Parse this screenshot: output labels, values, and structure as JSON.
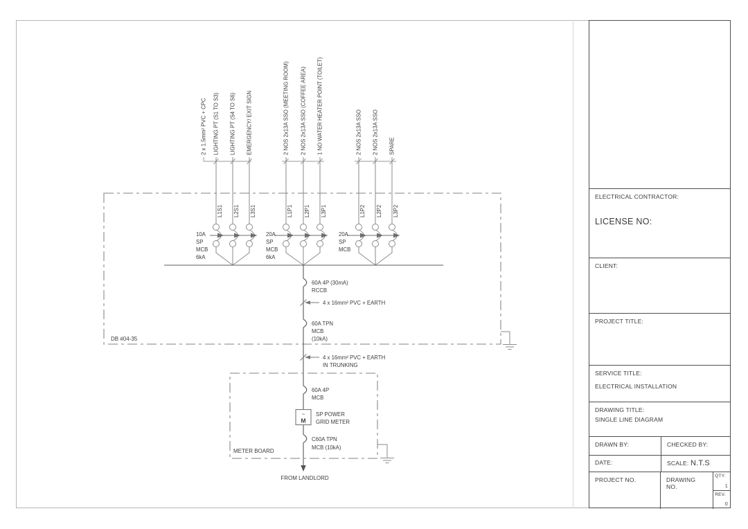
{
  "colors": {
    "ink": "#3c3c3c",
    "line": "#8a8a8a",
    "dashed_box": "#9a9a9a",
    "main_feed": "#555555"
  },
  "diagram": {
    "db_box_label": "DB #04-35",
    "meter_box_label": "METER BOARD",
    "source_label": "FROM LANDLORD",
    "groups": [
      {
        "cable": "2 x 1.5mm² PVC + CPC",
        "rating": [
          "10A",
          "SP",
          "MCB",
          "6kA"
        ],
        "circuits": [
          {
            "tag": "L1S1",
            "desc": "LIGHTING PT (S1 TO S3)"
          },
          {
            "tag": "L2S1",
            "desc": "LIGHTING PT (S4 TO S6)"
          },
          {
            "tag": "L3S1",
            "desc": "EMERGENCY/ EXIT SIGN"
          }
        ]
      },
      {
        "rating": [
          "20A",
          "SP",
          "MCB",
          "6kA"
        ],
        "circuits": [
          {
            "tag": "L1P1",
            "desc": "2 NOS 2x13A SSO (MEETING ROOM)"
          },
          {
            "tag": "L2P1",
            "desc": "2 NOS 2x13A SSO (COFFEE AREA)"
          },
          {
            "tag": "L3P1",
            "desc": "1 NO WATER HEATER POINT (TOILET)"
          }
        ]
      },
      {
        "rating": [
          "20A",
          "SP",
          "MCB"
        ],
        "circuits": [
          {
            "tag": "L1P2",
            "desc": "2 NOS 2x13A SSO"
          },
          {
            "tag": "L2P2",
            "desc": "2 NOS 2x13A SSO"
          },
          {
            "tag": "L3P2",
            "desc": "SPARE"
          }
        ]
      }
    ],
    "rccb": [
      "60A 4P (30mA)",
      "RCCB"
    ],
    "cable_db": [
      "4 x 16mm² PVC + EARTH"
    ],
    "mcb_tpn": [
      "60A TPN",
      "MCB",
      "(10kA)"
    ],
    "cable_riser": [
      "4 x 16mm² PVC + EARTH",
      "IN TRUNKING"
    ],
    "mcb_4p": [
      "60A 4P",
      "MCB"
    ],
    "meter": {
      "tilde": "~",
      "symbol": "M",
      "label": [
        "SP POWER",
        "GRID METER"
      ]
    },
    "mcb_main": [
      "C60A TPN",
      "MCB (10kA)"
    ]
  },
  "title_block": {
    "electrical_contractor": "ELECTRICAL CONTRACTOR:",
    "license_no": "LICENSE NO:",
    "client": "CLIENT:",
    "project_title": "PROJECT TITLE:",
    "service_title": "SERVICE TITLE:",
    "service_value": "ELECTRICAL INSTALLATION",
    "drawing_title": "DRAWING TITLE:",
    "drawing_value": "SINGLE LINE DIAGRAM",
    "drawn_by": "DRAWN BY:",
    "checked_by": "CHECKED BY:",
    "date": "DATE:",
    "scale_label": "SCALE:",
    "scale_value": "N.T.S",
    "project_no": "PROJECT NO.",
    "drawing_no": "DRAWING NO.",
    "qty_label": "QTY.",
    "qty_value": "1",
    "rev_label": "REV.",
    "rev_value": "0"
  }
}
